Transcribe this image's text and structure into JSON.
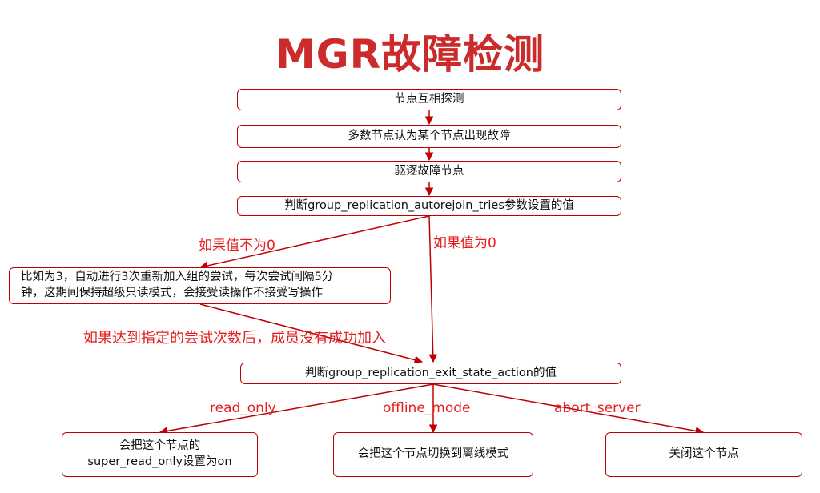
{
  "title": "MGR故障检测",
  "colors": {
    "accent": "#cc2b2b",
    "border": "#c00000",
    "arrow": "#c00000"
  },
  "nodes": {
    "probe": "节点互相探测",
    "majority": "多数节点认为某个节点出现故障",
    "expel": "驱逐故障节点",
    "check_tries": "判断group_replication_autorejoin_tries参数设置的值",
    "retry_line1": "比如为3，自动进行3次重新加入组的尝试，每次尝试间隔5分",
    "retry_line2": "钟，这期间保持超级只读模式，会接受读操作不接受写操作",
    "check_exit": "判断group_replication_exit_state_action的值",
    "readonly_line1": "会把这个节点的",
    "readonly_line2": "super_read_only设置为on",
    "offline": "会把这个节点切换到离线模式",
    "abort": "关闭这个节点"
  },
  "edge_labels": {
    "not_zero": "如果值不为0",
    "zero": "如果值为0",
    "failed_rejoin": "如果达到指定的尝试次数后，成员没有成功加入",
    "read_only": "read_only",
    "offline_mode": "offline_mode",
    "abort_server": "abort_server"
  }
}
